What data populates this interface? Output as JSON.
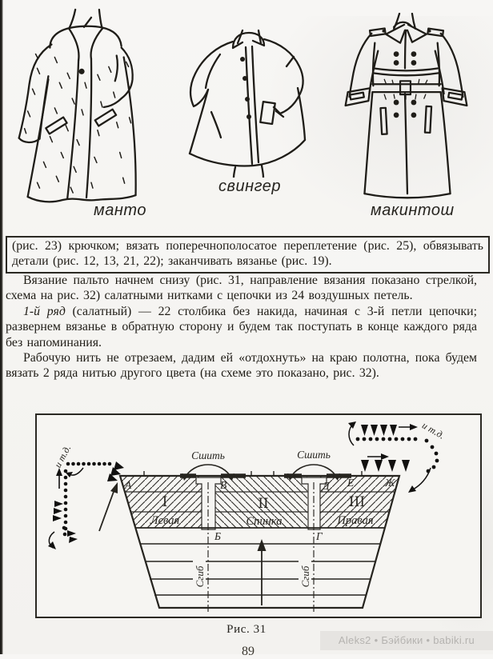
{
  "page": {
    "coat_figures": [
      {
        "label": "манто"
      },
      {
        "label": "свингер"
      },
      {
        "label": "макинтош"
      }
    ],
    "boxed_note": "(рис. 23) крючком; вязать поперечнополосатое переплетение (рис. 25), обвязывать детали (рис. 12, 13, 21, 22); заканчивать вязанье (рис. 19).",
    "para_1": "Вязание пальто начнем снизу (рис. 31, направление вязания показано стрелкой, схема на рис. 32) салатными нитками с цепочки из 24 воздушных петель.",
    "para_2_lead": "1-й ряд",
    "para_2_rest": " (салатный) — 22 столбика без накида, начиная с 3-й петли цепочки; развернем вязанье в обратную сторону и будем так поступать в конце каждого ряда без напоминания.",
    "para_3": "Рабочую нить не отрезаем, дадим ей «отдохнуть» на краю полотна, пока будем вязать 2 ряда нитью другого цвета (на схеме это показано, рис. 32).",
    "diagram": {
      "caption": "Рис. 31",
      "sew_label": "Сшить",
      "fold_label": "Сгиб",
      "etc_label": "и т.д.",
      "point_a": "А",
      "point_b": "Б",
      "point_v": "В",
      "point_g": "Г",
      "point_d": "Д",
      "point_e": "Е",
      "point_zh": "Ж",
      "sections": [
        {
          "numeral": "I",
          "name": "Левая"
        },
        {
          "numeral": "II",
          "name": "Спинка"
        },
        {
          "numeral": "III",
          "name": "Правая"
        }
      ]
    },
    "page_number": "89",
    "watermark": "Aleks2 • Бэйбики • babiki.ru",
    "colors": {
      "ink": "#26241f",
      "paper": "#f6f5f2",
      "watermark_text": "#b5b3b0"
    }
  }
}
